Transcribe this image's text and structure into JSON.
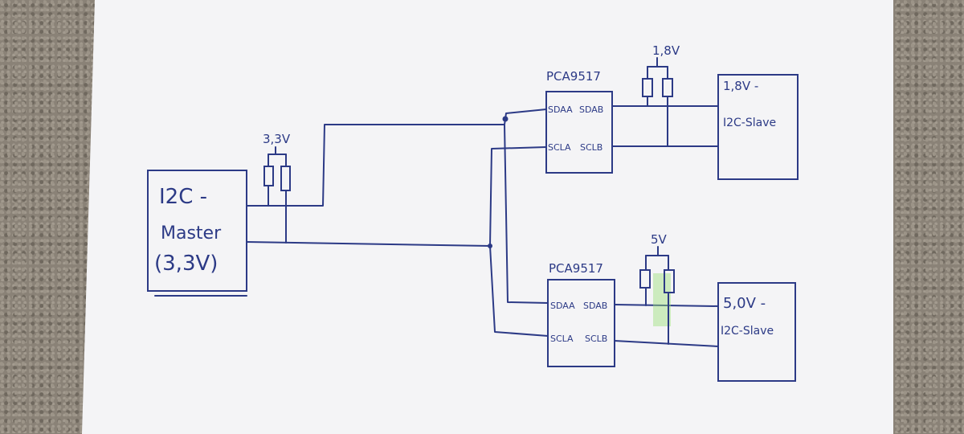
{
  "master": {
    "line1": "I2C -",
    "line2": "Master",
    "line3": "(3,3V)"
  },
  "pullup_master": "3,3V",
  "mux_top": {
    "title": "PCA9517",
    "sdaa": "SDAA",
    "sdab": "SDAB",
    "scla": "SCLA",
    "sclb": "SCLB"
  },
  "mux_bottom": {
    "title": "PCA9517",
    "sdaa": "SDAA",
    "sdab": "SDAB",
    "scla": "SCLA",
    "sclb": "SCLB"
  },
  "pullup_top": "1,8V",
  "pullup_bottom": "5V",
  "slave_top": {
    "line1": "1,8V -",
    "line2": "I2C-Slave"
  },
  "slave_bottom": {
    "line1": "5,0V -",
    "line2": "I2C-Slave"
  },
  "colors": {
    "ink": "#2c3a86",
    "paper": "#f4f4f6",
    "highlight": "#9be07a"
  }
}
